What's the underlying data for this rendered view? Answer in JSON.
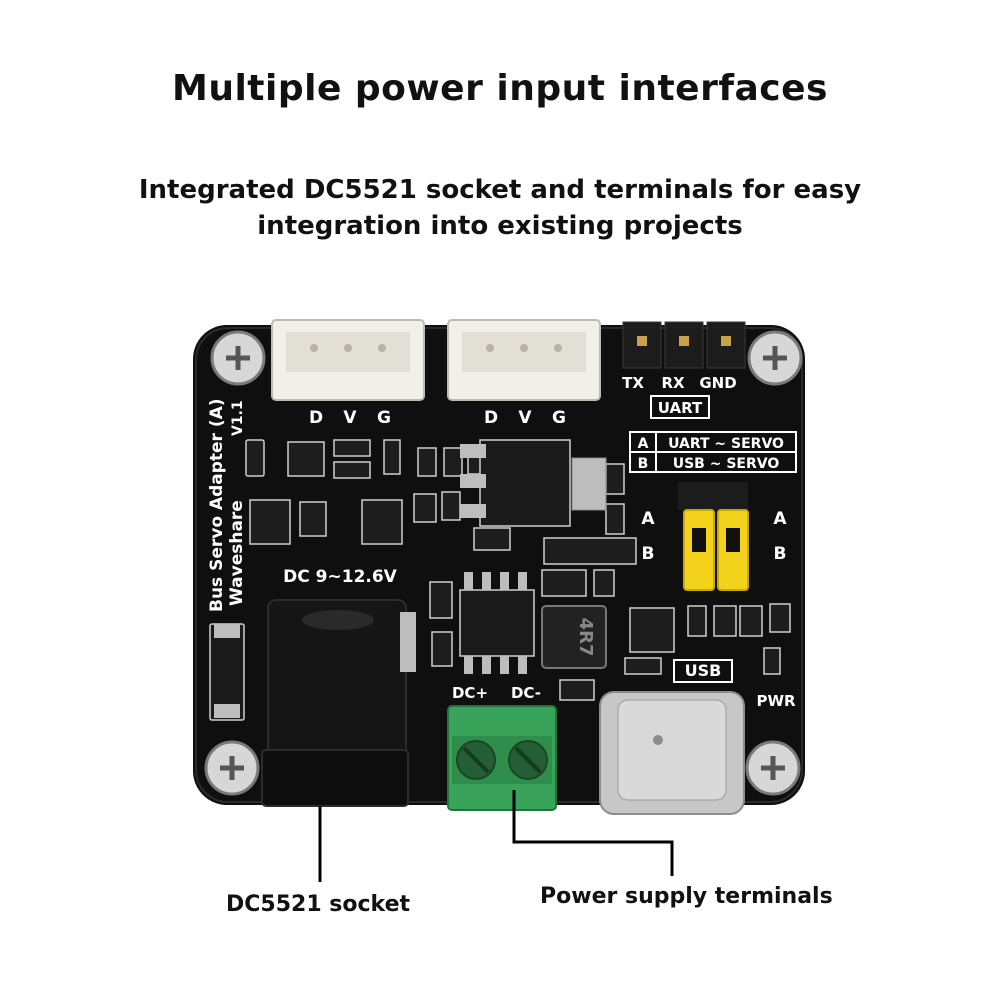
{
  "headline": "Multiple power input interfaces",
  "subheadline": "Integrated DC5521 socket and terminals for easy integration into existing projects",
  "captions": {
    "dc_socket": "DC5521 socket",
    "terminals": "Power supply terminals"
  },
  "board": {
    "name_label": "Bus Servo Adapter (A)",
    "version_label": "V1.1",
    "brand_label": "Waveshare",
    "servo_pins": [
      "D",
      "V",
      "G"
    ],
    "uart_pins": [
      "TX",
      "RX",
      "GND"
    ],
    "uart_label": "UART",
    "mode_a": "A",
    "mode_a_desc": "UART ~ SERVO",
    "mode_b": "B",
    "mode_b_desc": "USB ~ SERVO",
    "dc_range": "DC 9~12.6V",
    "dc_plus": "DC+",
    "dc_minus": "DC-",
    "usb_label": "USB",
    "pwr_label": "PWR",
    "inductor_label": "4R7",
    "colors": {
      "pcb": "#0f0f0f",
      "terminal_block": "#3aa35a",
      "jumper": "#f2d21b",
      "connector": "#f1efe8"
    }
  }
}
